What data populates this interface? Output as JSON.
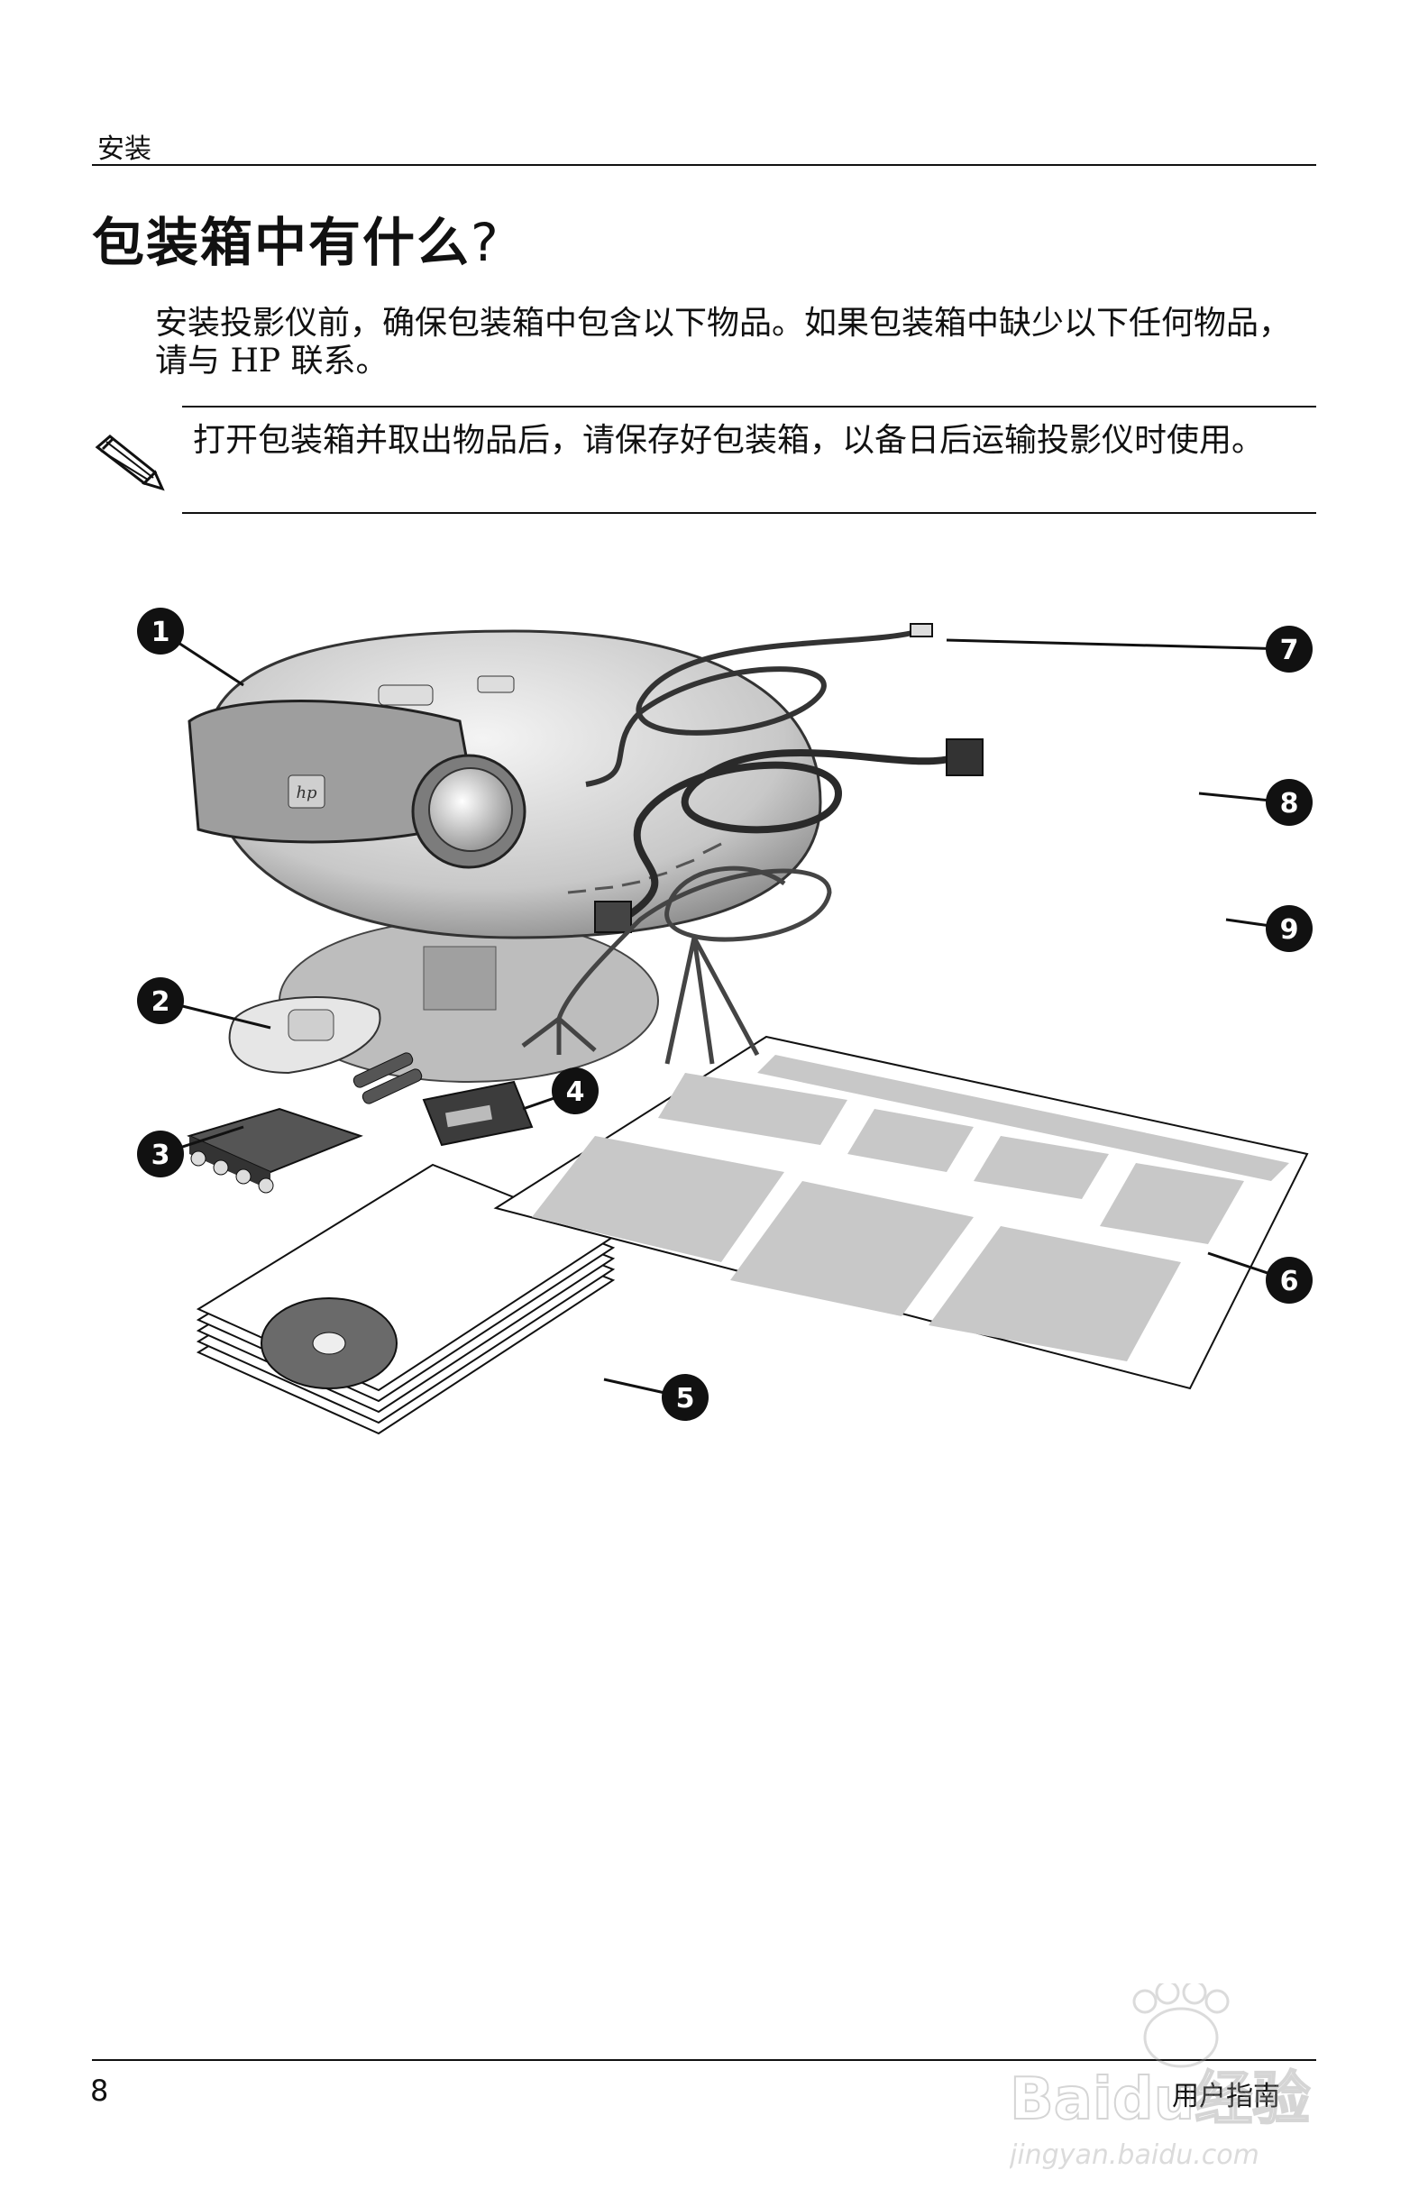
{
  "header": {
    "section": "安装"
  },
  "heading": {
    "title": "包装箱中有什么",
    "q": "?"
  },
  "intro": "安装投影仪前，确保包装箱中包含以下物品。如果包装箱中缺少以下任何物品，请与 HP 联系。",
  "note": "打开包装箱并取出物品后，请保存好包装箱，以备日后运输投影仪时使用。",
  "figure": {
    "callouts": [
      "1",
      "2",
      "3",
      "4",
      "5",
      "6",
      "7",
      "8",
      "9"
    ],
    "logo": "hp"
  },
  "footer": {
    "page_number": "8",
    "doc_title": "用户指南"
  },
  "watermark": {
    "main": "Baidu经验",
    "sub": "jingyan.baidu.com"
  }
}
